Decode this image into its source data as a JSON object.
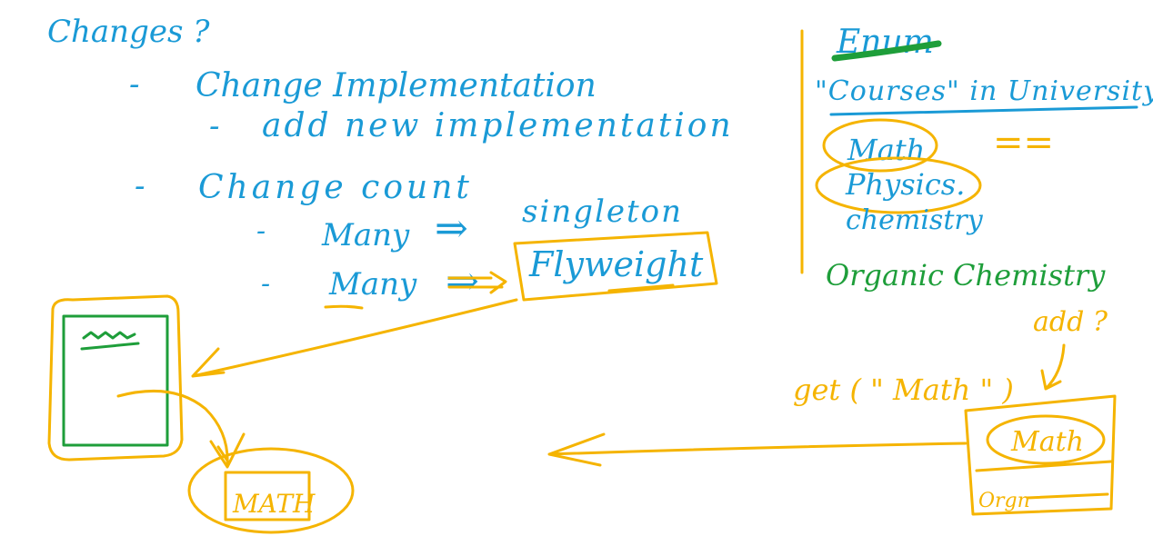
{
  "colors": {
    "blue": "#1a9ad6",
    "yellow": "#f5b400",
    "green": "#1e9e3a"
  },
  "notes": {
    "heading": "Changes ?",
    "items": [
      {
        "bullet": "-",
        "text": "Change Implementation"
      },
      {
        "bullet": "-",
        "text": "add new implementation"
      },
      {
        "bullet": "-",
        "text": "Change count"
      },
      {
        "bullet": "-",
        "text": "Many",
        "arrow": "⇒",
        "target": "singleton"
      },
      {
        "bullet": "-",
        "text": "Many",
        "arrow": "⇒",
        "target": "Flyweight"
      }
    ]
  },
  "enum_panel": {
    "title": "Enum",
    "subtitle": "\"Courses\" in University",
    "values": [
      "Math",
      "Physics.",
      "chemistry"
    ],
    "equals_mark": "==",
    "added_value": "Organic Chemistry"
  },
  "flyweight_sketch": {
    "shared_object_label": "MATH"
  },
  "lookup_sketch": {
    "call": "get ( \" Math \" )",
    "question": "add ?",
    "box_value": "Math",
    "box_extra": "Orgn"
  }
}
